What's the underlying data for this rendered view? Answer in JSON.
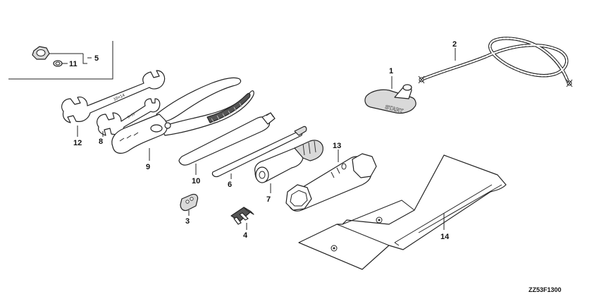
{
  "diagram_code": "ZZ53F1300",
  "callouts": {
    "c1": "1",
    "c2": "2",
    "c3": "3",
    "c4": "4",
    "c5": "5",
    "c6": "6",
    "c7": "7",
    "c8": "8",
    "c9": "9",
    "c10": "10",
    "c11": "11",
    "c12": "12",
    "c13": "13",
    "c14": "14"
  },
  "wrench_stamps": {
    "w12": "10×14",
    "w8": "8×10"
  },
  "start_handle_text": "START"
}
